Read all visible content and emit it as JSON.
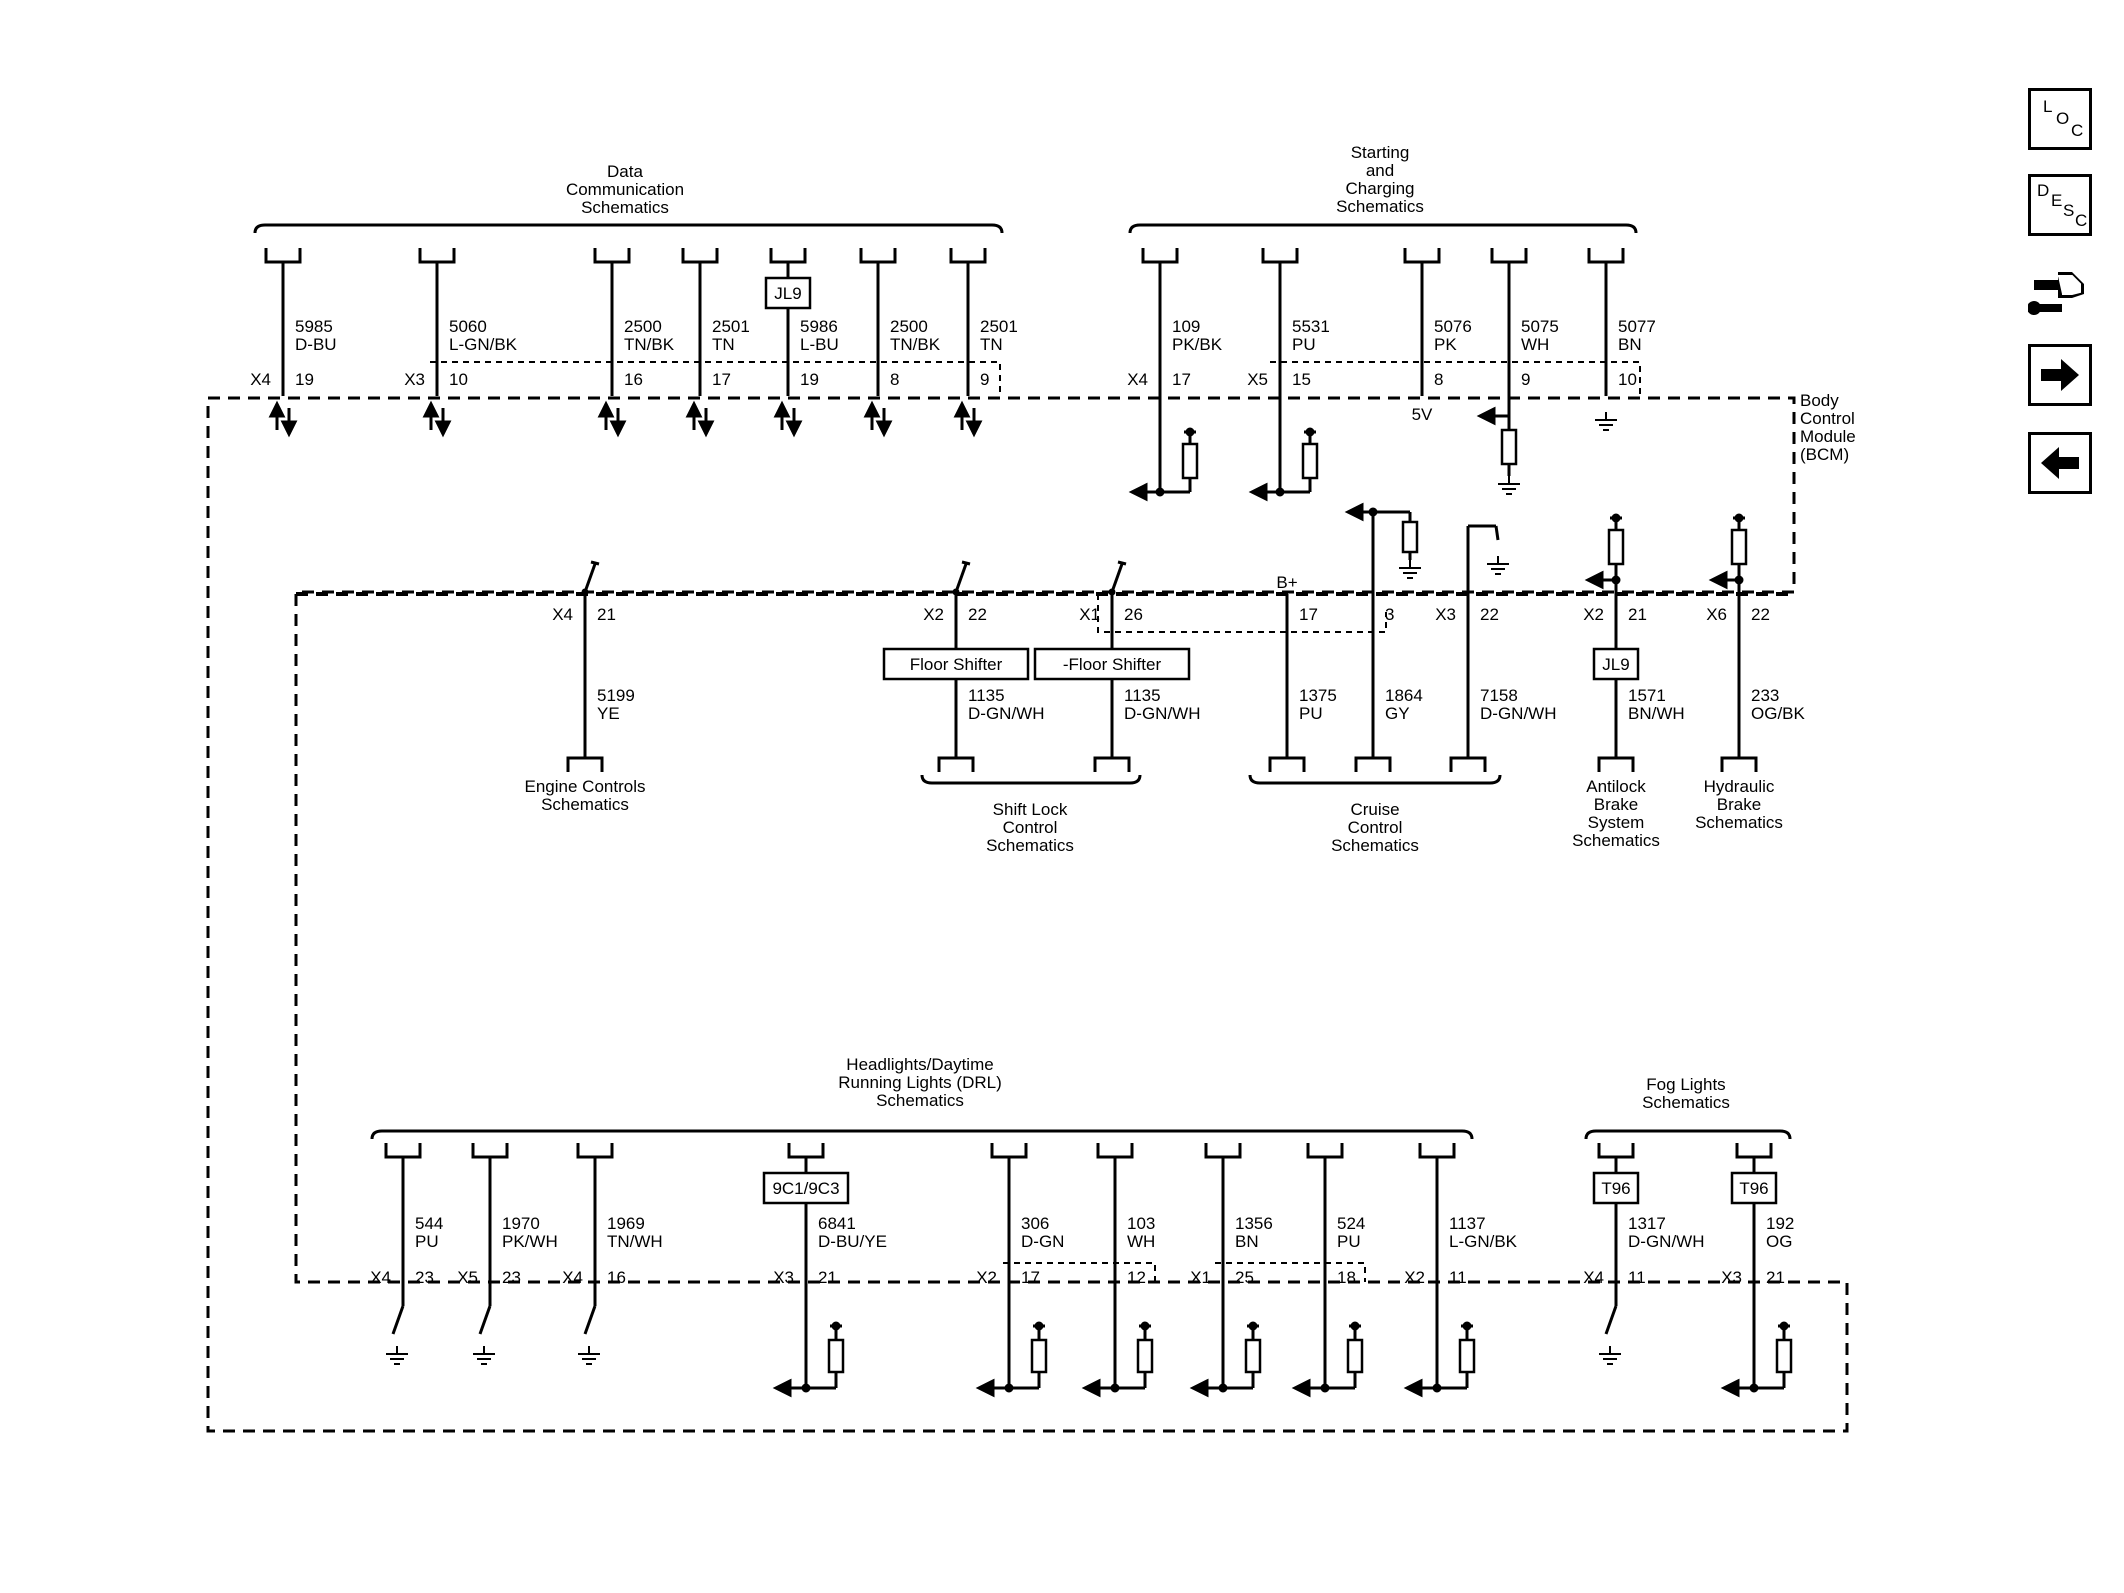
{
  "module": {
    "lines": [
      "Body",
      "Control",
      "Module",
      "(BCM)"
    ]
  },
  "nav": {
    "loc": {
      "chars": [
        "L",
        "O",
        "C"
      ]
    },
    "desc": {
      "chars": [
        "D",
        "E",
        "S",
        "C"
      ]
    }
  },
  "groups": {
    "data_comm": [
      "Data",
      "Communication",
      "Schematics"
    ],
    "starting": [
      "Starting",
      "and",
      "Charging",
      "Schematics"
    ],
    "engine": [
      "Engine Controls",
      "Schematics"
    ],
    "shift_lock": [
      "Shift Lock",
      "Control",
      "Schematics"
    ],
    "cruise": [
      "Cruise",
      "Control",
      "Schematics"
    ],
    "abs": [
      "Antilock",
      "Brake",
      "System",
      "Schematics"
    ],
    "hydraulic": [
      "Hydraulic",
      "Brake",
      "Schematics"
    ],
    "headlights": [
      "Headlights/Daytime",
      "Running Lights (DRL)",
      "Schematics"
    ],
    "fog": [
      "Fog Lights",
      "Schematics"
    ]
  },
  "top_wires": [
    {
      "circuit": "5985",
      "color": "D-BU",
      "conn": "X4",
      "pin": "19"
    },
    {
      "circuit": "5060",
      "color": "L-GN/BK",
      "conn": "X3",
      "pin": "10"
    },
    {
      "circuit": "2500",
      "color": "TN/BK",
      "conn": "",
      "pin": "16"
    },
    {
      "circuit": "2501",
      "color": "TN",
      "conn": "",
      "pin": "17"
    },
    {
      "circuit": "5986",
      "color": "L-BU",
      "conn": "",
      "pin": "19",
      "splice": "JL9"
    },
    {
      "circuit": "2500",
      "color": "TN/BK",
      "conn": "",
      "pin": "8"
    },
    {
      "circuit": "2501",
      "color": "TN",
      "conn": "",
      "pin": "9"
    }
  ],
  "start_wires": [
    {
      "circuit": "109",
      "color": "PK/BK",
      "conn": "X4",
      "pin": "17"
    },
    {
      "circuit": "5531",
      "color": "PU",
      "conn": "X5",
      "pin": "15"
    },
    {
      "circuit": "5076",
      "color": "PK",
      "conn": "",
      "pin": "8"
    },
    {
      "circuit": "5075",
      "color": "WH",
      "conn": "",
      "pin": "9"
    },
    {
      "circuit": "5077",
      "color": "BN",
      "conn": "",
      "pin": "10"
    }
  ],
  "voltage_5v": "5V",
  "bplus": "B+",
  "mid_wires": [
    {
      "circuit": "5199",
      "color": "YE",
      "conn": "X4",
      "pin": "21"
    },
    {
      "circuit": "1135",
      "color": "D-GN/WH",
      "conn": "X2",
      "pin": "22",
      "box": "Floor Shifter"
    },
    {
      "circuit": "1135",
      "color": "D-GN/WH",
      "conn": "X1",
      "pin": "26",
      "box": "-Floor Shifter"
    },
    {
      "circuit": "1375",
      "color": "PU",
      "conn": "",
      "pin": "17"
    },
    {
      "circuit": "1864",
      "color": "GY",
      "conn": "",
      "pin": "3"
    },
    {
      "circuit": "7158",
      "color": "D-GN/WH",
      "conn": "X3",
      "pin": "22"
    },
    {
      "circuit": "1571",
      "color": "BN/WH",
      "conn": "X2",
      "pin": "21",
      "box": "JL9"
    },
    {
      "circuit": "233",
      "color": "OG/BK",
      "conn": "X6",
      "pin": "22"
    }
  ],
  "bottom_wires": [
    {
      "circuit": "544",
      "color": "PU",
      "conn": "X4",
      "pin": "23"
    },
    {
      "circuit": "1970",
      "color": "PK/WH",
      "conn": "X5",
      "pin": "23"
    },
    {
      "circuit": "1969",
      "color": "TN/WH",
      "conn": "X4",
      "pin": "16"
    },
    {
      "circuit": "6841",
      "color": "D-BU/YE",
      "conn": "X3",
      "pin": "21",
      "box": "9C1/9C3"
    },
    {
      "circuit": "306",
      "color": "D-GN",
      "conn": "X2",
      "pin": "17"
    },
    {
      "circuit": "103",
      "color": "WH",
      "conn": "",
      "pin": "12"
    },
    {
      "circuit": "1356",
      "color": "BN",
      "conn": "X1",
      "pin": "25"
    },
    {
      "circuit": "524",
      "color": "PU",
      "conn": "",
      "pin": "18"
    },
    {
      "circuit": "1137",
      "color": "L-GN/BK",
      "conn": "X2",
      "pin": "11"
    },
    {
      "circuit": "1317",
      "color": "D-GN/WH",
      "conn": "X4",
      "pin": "11",
      "box": "T96"
    },
    {
      "circuit": "192",
      "color": "OG",
      "conn": "X3",
      "pin": "21",
      "box": "T96"
    }
  ]
}
